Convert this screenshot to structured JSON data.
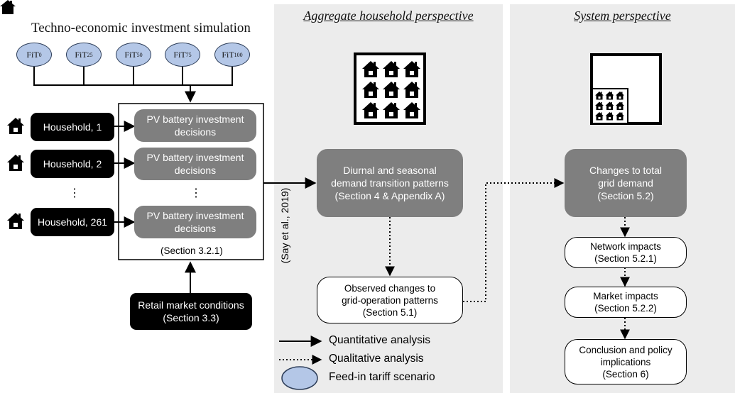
{
  "left_title": "Techno-economic investment simulation",
  "fit_scenarios": [
    {
      "base": "FiT",
      "sub": "0"
    },
    {
      "base": "FiT",
      "sub": "25"
    },
    {
      "base": "FiT",
      "sub": "50"
    },
    {
      "base": "FiT",
      "sub": "75"
    },
    {
      "base": "FiT",
      "sub": "100"
    }
  ],
  "households": [
    "Household, 1",
    "Household, 2",
    "Household, 261"
  ],
  "ellipsis": "⋮",
  "pv_label": "PV battery investment\ndecisions",
  "sim_section": "(Section 3.2.1)",
  "retail": "Retail market conditions\n(Section 3.3)",
  "citation": "(Say et al., 2019)",
  "aggregate": {
    "title": "Aggregate household perspective",
    "demand_box": "Diurnal and seasonal\ndemand transition patterns\n(Section 4 & Appendix A)",
    "observed_box": "Observed changes to\ngrid-operation patterns\n(Section 5.1)"
  },
  "system": {
    "title": "System perspective",
    "grid_box": "Changes to total\ngrid demand\n(Section 5.2)",
    "network_box": "Network impacts\n(Section 5.2.1)",
    "market_box": "Market impacts\n(Section 5.2.2)",
    "conclusion_box": "Conclusion and policy\nimplications\n(Section 6)"
  },
  "legend": {
    "quantitative": "Quantitative analysis",
    "qualitative": "Qualitative analysis",
    "fit": "Feed-in tariff scenario"
  },
  "colors": {
    "panel": "#ececec",
    "fit_fill": "#b4c7e7",
    "grey_box": "#7f7f7f",
    "black_box": "#000000"
  }
}
